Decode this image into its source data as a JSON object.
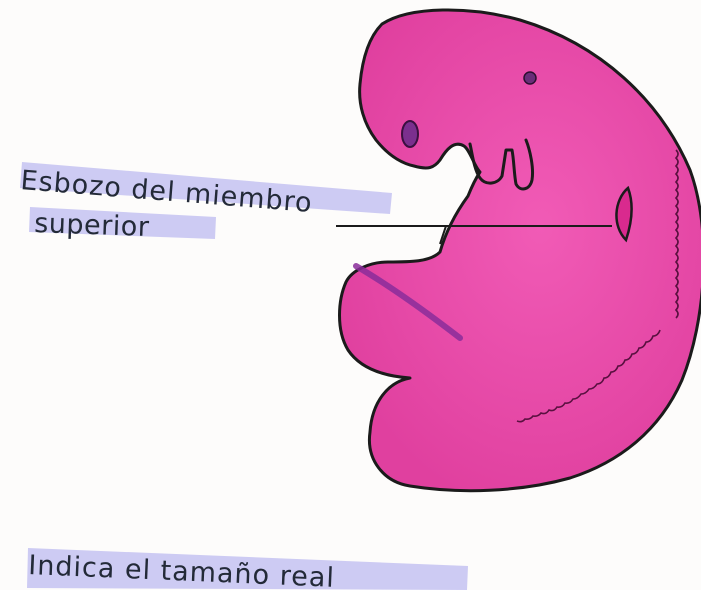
{
  "labels": {
    "limb_bud_line1": "Esbozo del miembro",
    "limb_bud_line2": "superior",
    "size_note": "Indica el tamaño real"
  },
  "colors": {
    "embryo_fill": "#ec56b0",
    "embryo_fill_dark": "#e13d9d",
    "outline": "#1b1b1b",
    "highlight": "#c3c0ef",
    "eye": "#7b2f8e",
    "somites": "#8a1560",
    "paper": "#fdfcfb"
  }
}
